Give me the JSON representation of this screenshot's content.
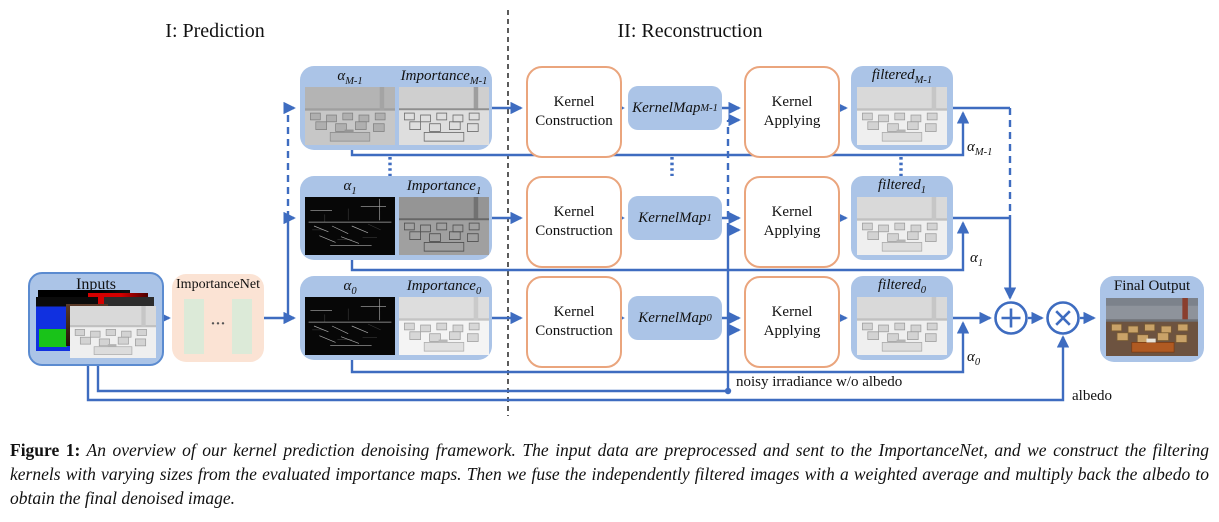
{
  "headings": {
    "prediction": "I: Prediction",
    "reconstruction": "II: Reconstruction"
  },
  "inputs_box": {
    "label": "Inputs"
  },
  "importance_net": {
    "label": "ImportanceNet",
    "ellipsis": "···"
  },
  "rows": [
    {
      "alpha_base": "α",
      "alpha_sub": "M-1",
      "importance_base": "Importance",
      "importance_sub": "M-1",
      "kernel_construction": "Kernel Construction",
      "kernel_map_base": "KernelMap",
      "kernel_map_sub": "M-1",
      "kernel_applying": "Kernel Applying",
      "filtered_base": "filtered",
      "filtered_sub": "M-1",
      "weight_base": "α",
      "weight_sub": "M-1"
    },
    {
      "alpha_base": "α",
      "alpha_sub": "1",
      "importance_base": "Importance",
      "importance_sub": "1",
      "kernel_construction": "Kernel Construction",
      "kernel_map_base": "KernelMap",
      "kernel_map_sub": "1",
      "kernel_applying": "Kernel Applying",
      "filtered_base": "filtered",
      "filtered_sub": "1",
      "weight_base": "α",
      "weight_sub": "1"
    },
    {
      "alpha_base": "α",
      "alpha_sub": "0",
      "importance_base": "Importance",
      "importance_sub": "0",
      "kernel_construction": "Kernel Construction",
      "kernel_map_base": "KernelMap",
      "kernel_map_sub": "0",
      "kernel_applying": "Kernel Applying",
      "filtered_base": "filtered",
      "filtered_sub": "0",
      "weight_base": "α",
      "weight_sub": "0"
    }
  ],
  "final_output_box": {
    "label": "Final Output"
  },
  "flow_labels": {
    "noisy_irradiance": "noisy irradiance w/o albedo",
    "albedo": "albedo"
  },
  "icons": {
    "plus_circle": "⊕",
    "multiply_circle": "⊗",
    "ellipsis_vertical": "⋮"
  },
  "colors": {
    "box_blue": "#abc4e7",
    "line_blue": "#3e6cc0",
    "orange_border": "#eaa57d",
    "peach_fill": "#fbe3d4",
    "green_bar": "#dcead8"
  },
  "caption": {
    "prefix": "Figure 1:",
    "body": "An overview of our kernel prediction denoising framework. The input data are preprocessed and sent to the ImportanceNet, and we construct the filtering kernels with varying sizes from the evaluated importance maps. Then we fuse the independently filtered images with a weighted average and multiply back the albedo to obtain the final denoised image."
  }
}
